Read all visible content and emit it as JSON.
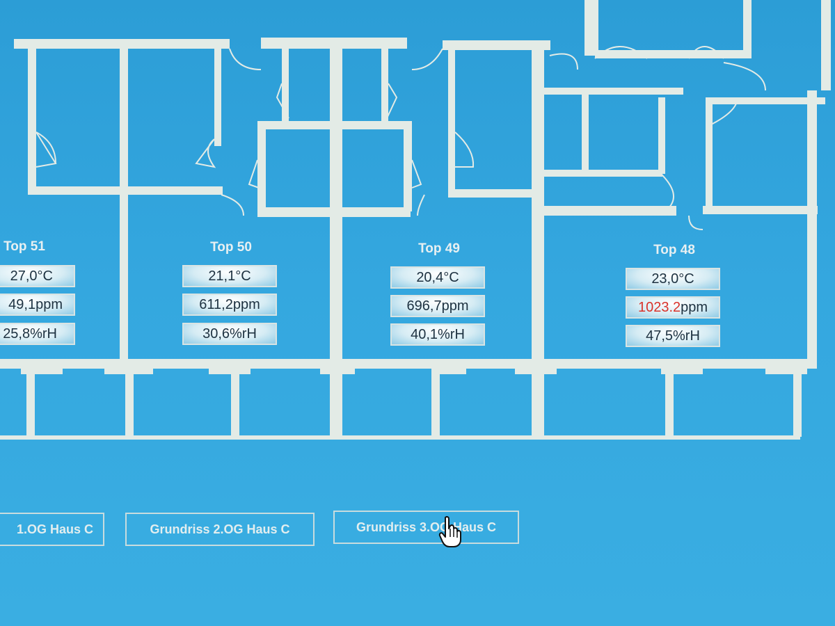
{
  "rooms": [
    {
      "name": "Top 51",
      "temperature": "27,0°C",
      "co2_value": "49,1",
      "co2_unit": "ppm",
      "humidity": "25,8%rH"
    },
    {
      "name": "Top 50",
      "temperature": "21,1°C",
      "co2_value": "611,2",
      "co2_unit": "ppm",
      "humidity": "30,6%rH"
    },
    {
      "name": "Top 49",
      "temperature": "20,4°C",
      "co2_value": "696,7",
      "co2_unit": "ppm",
      "humidity": "40,1%rH"
    },
    {
      "name": "Top 48",
      "temperature": "23,0°C",
      "co2_value": "1023.2",
      "co2_unit": "ppm",
      "humidity": "47,5%rH",
      "co2_alarm": true
    }
  ],
  "floor_nav": [
    {
      "label": "1.OG Haus C"
    },
    {
      "label": "Grundriss 2.OG Haus C"
    },
    {
      "label": "Grundriss 3.OG Haus C"
    }
  ],
  "colors": {
    "background": "#34a7df",
    "walls": "#e3ebe6",
    "alarm_text": "#d9332b"
  },
  "icons": {
    "cursor": "hand-pointer-icon"
  }
}
